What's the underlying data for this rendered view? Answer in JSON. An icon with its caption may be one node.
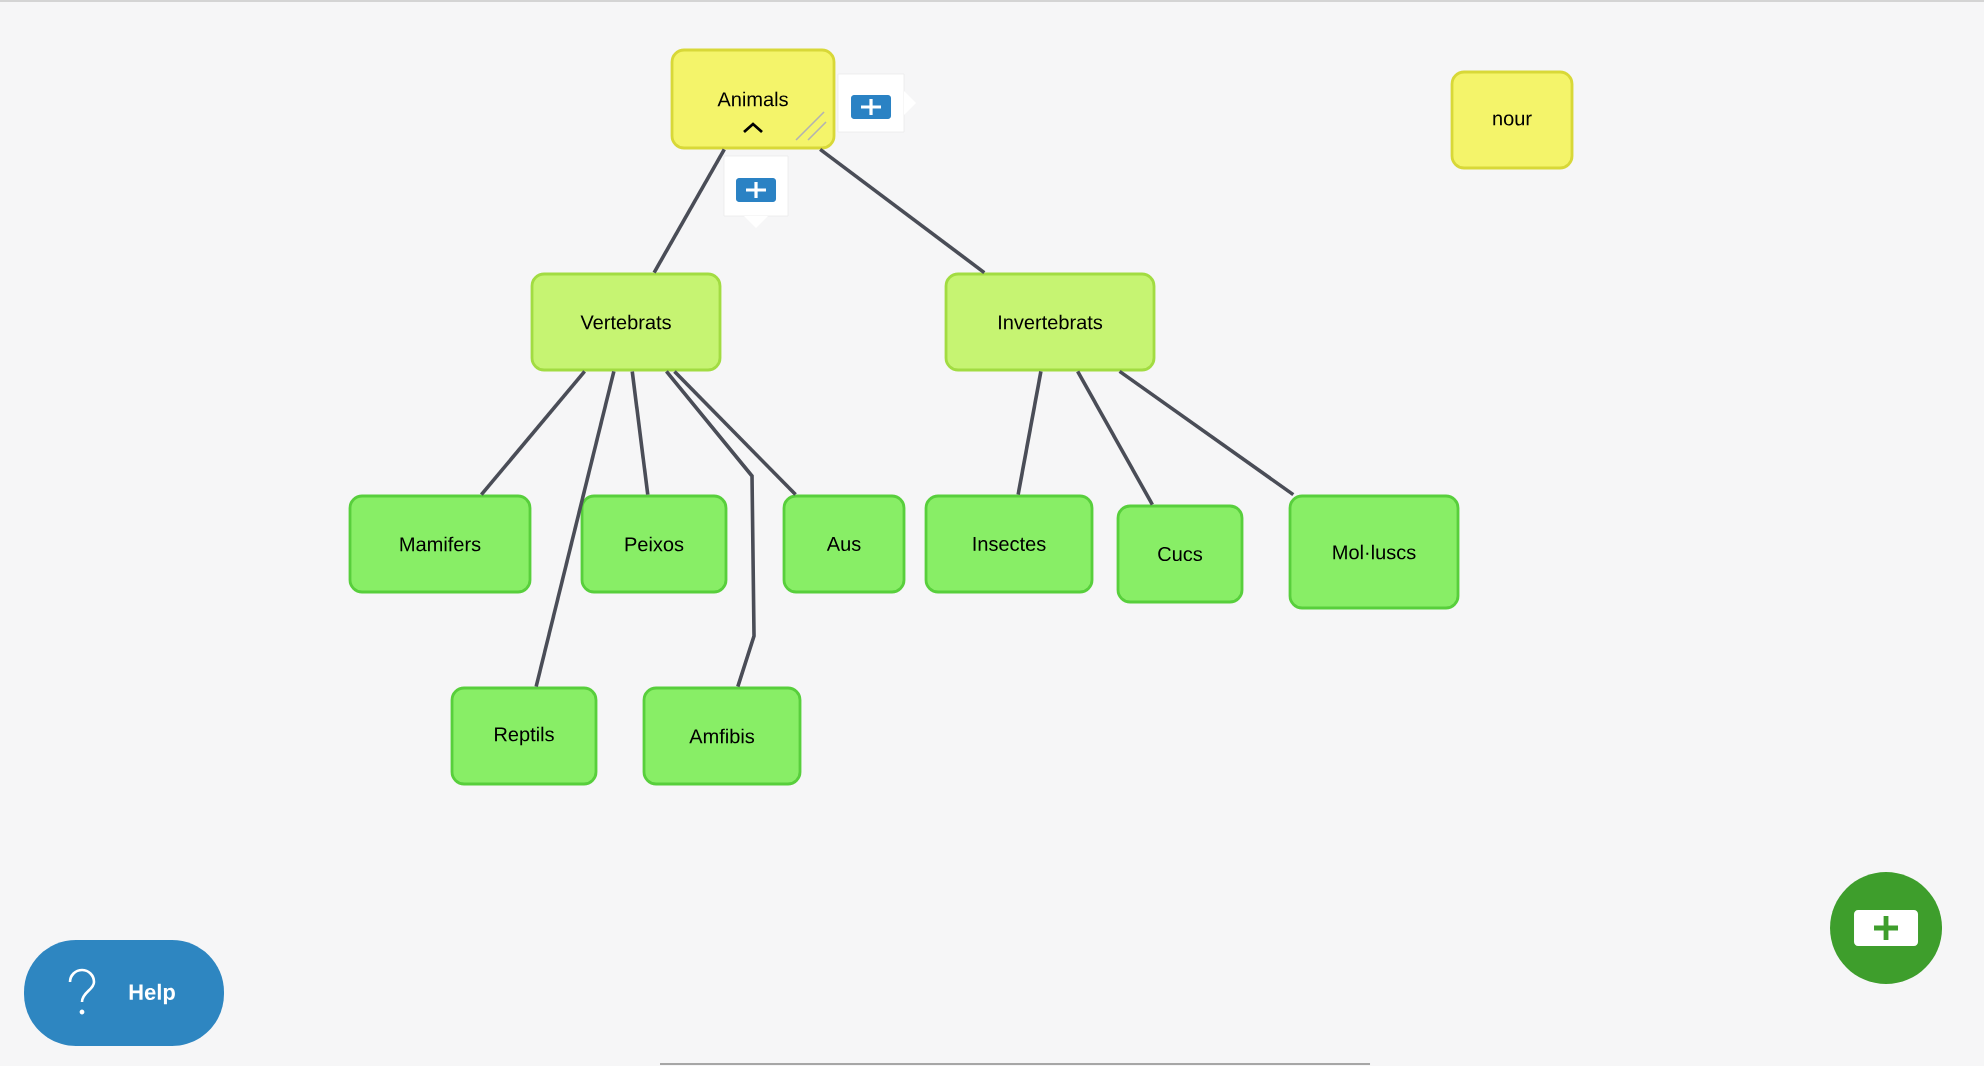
{
  "diagram": {
    "nodes": [
      {
        "text": [
          "Animals"
        ]
      },
      {
        "text": [
          "nour"
        ]
      },
      {
        "text": [
          "Vertebrats"
        ]
      },
      {
        "text": [
          "Invertebrats"
        ]
      },
      {
        "text": [
          "Mamifers"
        ]
      },
      {
        "text": [
          "Peixos"
        ]
      },
      {
        "text": [
          "Aus"
        ]
      },
      {
        "text": [
          "Insectes"
        ]
      },
      {
        "text": [
          "Cucs"
        ]
      },
      {
        "text": [
          "Mol·luscs"
        ]
      },
      {
        "text": [
          "Reptils"
        ]
      },
      {
        "text": [
          "Amfibis"
        ]
      }
    ],
    "edges": [
      {
        "from": 0,
        "to": 2,
        "arrow": "none"
      },
      {
        "from": 0,
        "to": 3,
        "arrow": "none"
      },
      {
        "from": 2,
        "to": 4,
        "arrow": "none"
      },
      {
        "from": 2,
        "to": 10,
        "arrow": "none"
      },
      {
        "from": 2,
        "to": 5,
        "arrow": "none"
      },
      {
        "from": 2,
        "to": 11,
        "arrow": "none"
      },
      {
        "from": 2,
        "to": 6,
        "arrow": "none"
      },
      {
        "from": 3,
        "to": 7,
        "arrow": "none"
      },
      {
        "from": 3,
        "to": 8,
        "arrow": "none"
      },
      {
        "from": 3,
        "to": 9,
        "arrow": "none"
      }
    ],
    "labels": [
      "Help"
    ]
  }
}
